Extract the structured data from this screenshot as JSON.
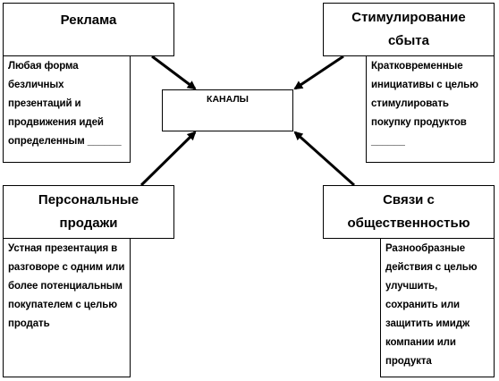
{
  "center": {
    "label": "КАНАЛЫ"
  },
  "channels": [
    {
      "title_lines": [
        "Реклама"
      ],
      "description": "Любая форма безличных презентаций и продвижения идей определенным ______"
    },
    {
      "title_lines": [
        "Стимулирование",
        "сбыта"
      ],
      "description": "Кратковременные инициативы с целью стимулировать покупку продуктов ______"
    },
    {
      "title_lines": [
        "Персональные",
        "продажи"
      ],
      "description": "Устная презентация в разговоре с одним или более потенциальным покупателем с целью продать"
    },
    {
      "title_lines": [
        "Связи с",
        "общественностью"
      ],
      "description": "Разнообразные действия с целью улучшить, сохранить или защитить имидж компании или продукта"
    }
  ]
}
